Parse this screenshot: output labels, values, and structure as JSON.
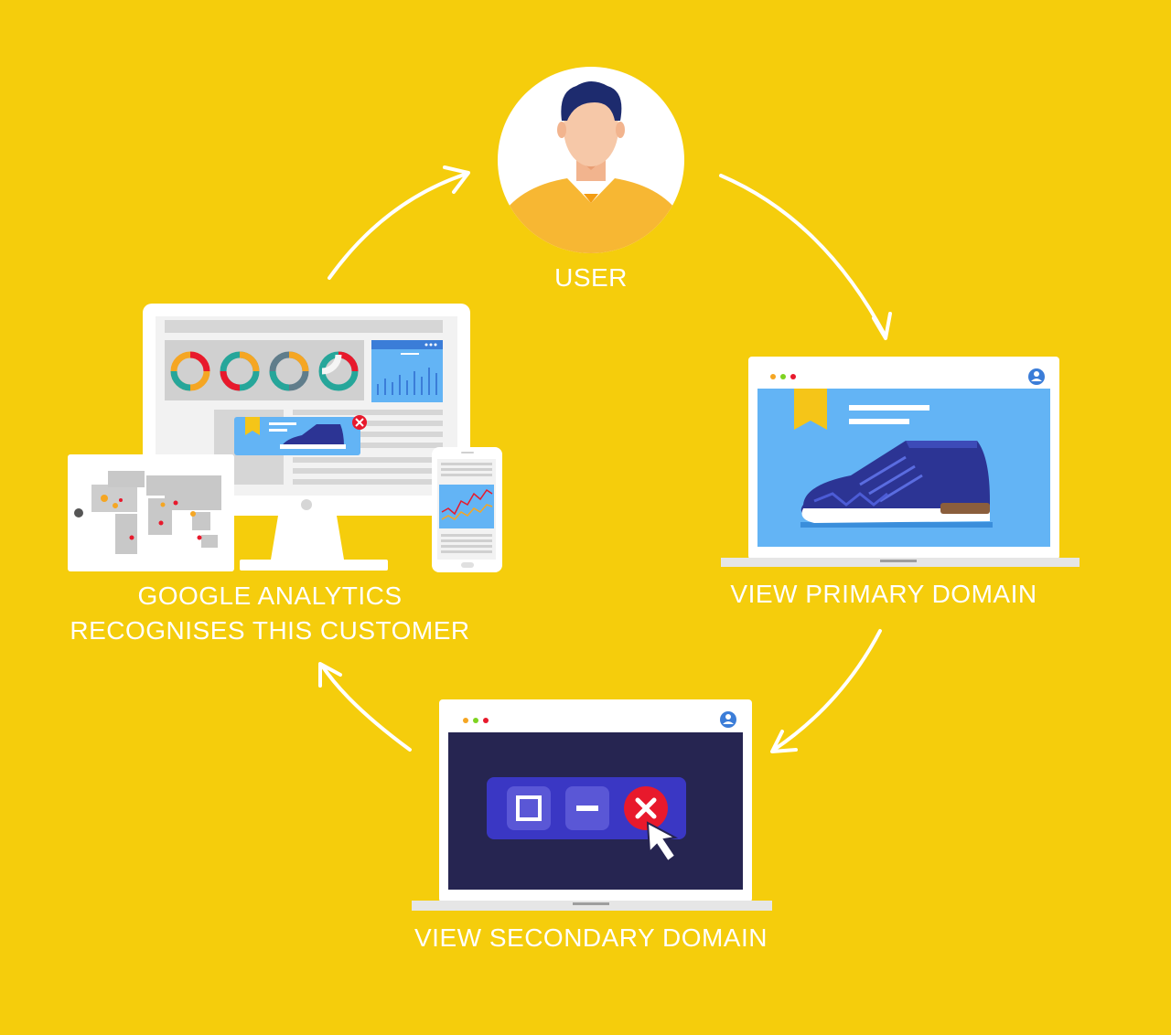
{
  "nodes": {
    "user": {
      "label": "USER"
    },
    "primary": {
      "label": "VIEW PRIMARY DOMAIN"
    },
    "secondary": {
      "label": "VIEW SECONDARY DOMAIN"
    },
    "analytics": {
      "line1": "GOOGLE ANALYTICS",
      "line2": "RECOGNISES THIS CUSTOMER"
    }
  },
  "colors": {
    "background": "#F5CD0C",
    "arrow": "#FFFFFF",
    "browser_blue": "#63B4F5",
    "shoe_navy": "#2C3494",
    "dark_screen": "#262551",
    "dialog_bar": "#3A37C4",
    "close_red": "#E8192C",
    "bookmark": "#F5C518",
    "shirt_orange": "#F7B733"
  },
  "icons": [
    "user-avatar-icon",
    "profile-icon",
    "bookmark-icon",
    "shoe-icon",
    "maximize-icon",
    "minimize-icon",
    "close-icon",
    "cursor-icon",
    "donut-chart-icon",
    "bar-chart-icon",
    "world-map-icon",
    "line-chart-icon"
  ]
}
